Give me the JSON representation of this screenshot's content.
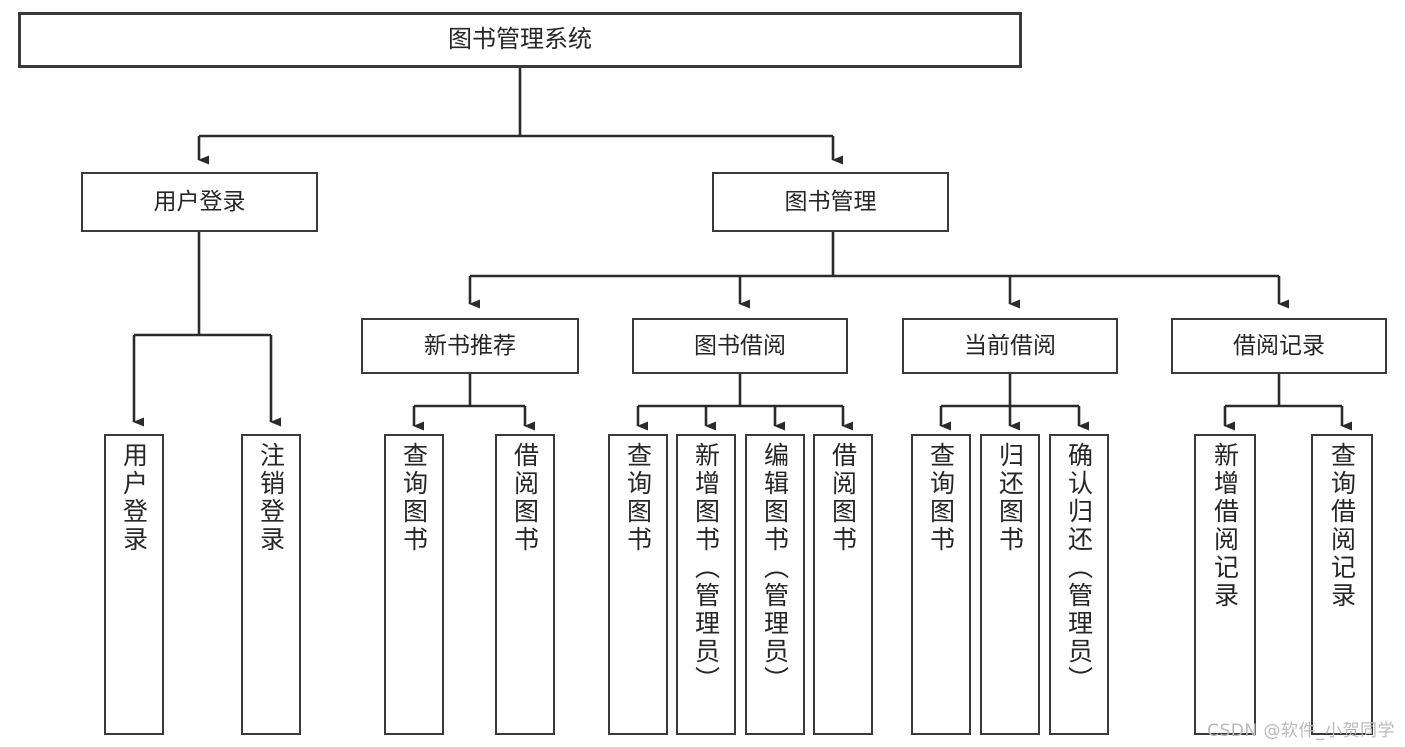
{
  "diagram": {
    "title": "图书管理系统",
    "watermark": "CSDN @软件_小贺同学",
    "colors": {
      "box_border": "#3a3a3a",
      "box_fill": "#ffffff",
      "line": "#2b2b2b",
      "text": "#262626",
      "watermark": "#b9b9b9",
      "background": "#ffffff"
    },
    "nodes": {
      "root": {
        "label": "图书管理系统"
      },
      "level1": [
        {
          "id": "user-login",
          "label": "用户登录"
        },
        {
          "id": "book-manage",
          "label": "图书管理"
        }
      ],
      "level2": [
        {
          "id": "new-book-recommend",
          "label": "新书推荐"
        },
        {
          "id": "book-borrow",
          "label": "图书借阅"
        },
        {
          "id": "current-borrow",
          "label": "当前借阅"
        },
        {
          "id": "borrow-record",
          "label": "借阅记录"
        }
      ],
      "leaves": {
        "user-login": [
          {
            "id": "leaf-user-login",
            "label": "用户登录"
          },
          {
            "id": "leaf-logout-login",
            "label": "注销登录"
          }
        ],
        "new-book-recommend": [
          {
            "id": "leaf-query-book-1",
            "label": "查询图书"
          },
          {
            "id": "leaf-borrow-book-1",
            "label": "借阅图书"
          }
        ],
        "book-borrow": [
          {
            "id": "leaf-query-book-2",
            "label": "查询图书"
          },
          {
            "id": "leaf-add-book",
            "label": "新增图书（管理员）"
          },
          {
            "id": "leaf-edit-book",
            "label": "编辑图书（管理员）"
          },
          {
            "id": "leaf-borrow-book-2",
            "label": "借阅图书"
          }
        ],
        "current-borrow": [
          {
            "id": "leaf-query-book-3",
            "label": "查询图书"
          },
          {
            "id": "leaf-return-book",
            "label": "归还图书"
          },
          {
            "id": "leaf-confirm-return",
            "label": "确认归还（管理员）"
          }
        ],
        "borrow-record": [
          {
            "id": "leaf-add-record",
            "label": "新增借阅记录"
          },
          {
            "id": "leaf-query-record",
            "label": "查询借阅记录"
          }
        ]
      }
    }
  }
}
